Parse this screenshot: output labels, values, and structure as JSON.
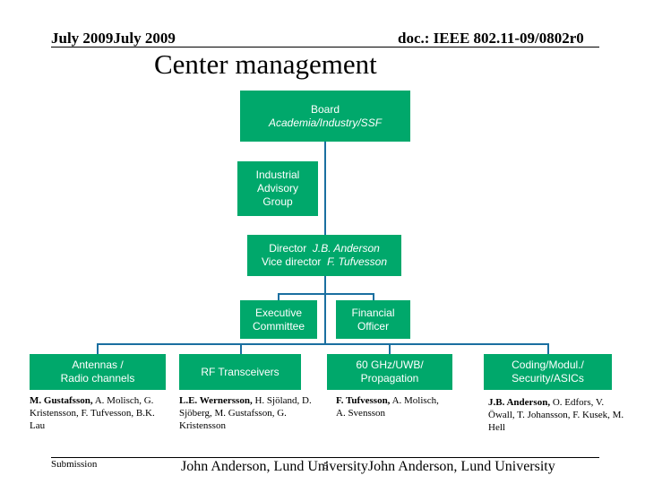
{
  "header": {
    "date": "July 2009July 2009",
    "doc": "doc.: IEEE 802.11-09/0802r0"
  },
  "title": "Center management",
  "colors": {
    "box": "#00a86b",
    "connector": "#1a6fa0"
  },
  "board": {
    "line1": "Board",
    "line2": "Academia/Industry/SSF"
  },
  "advisory": {
    "line1": "Industrial",
    "line2": "Advisory",
    "line3": "Group"
  },
  "director": {
    "director_label": "Director",
    "director_name": "J.B. Anderson",
    "vice_label": "Vice director",
    "vice_name": "F. Tufvesson"
  },
  "executive": {
    "line1": "Executive",
    "line2": "Committee"
  },
  "financial": {
    "line1": "Financial",
    "line2": "Officer"
  },
  "groups": [
    {
      "line1": "Antennas /",
      "line2": "Radio channels",
      "lead": "M. Gustafsson,",
      "members": " A. Molisch, G. Kristensson, F. Tufvesson, B.K. Lau"
    },
    {
      "line1": "RF Transceivers",
      "line2": "",
      "lead": "L.E. Wernersson,",
      "members": " H. Sjöland, D. Sjöberg, M. Gustafsson, G. Kristensson"
    },
    {
      "line1": "60 GHz/UWB/",
      "line2": "Propagation",
      "lead": "F. Tufvesson,",
      "members": " A. Molisch, A. Svensson"
    },
    {
      "line1": "Coding/Modul./",
      "line2": "Security/ASICs",
      "lead": "J.B. Anderson,",
      "members": " O. Edfors, V. Öwall, T. Johansson, F. Kusek, M. Hell"
    }
  ],
  "footer": {
    "submission": "Submission",
    "page": "5",
    "author": "John Anderson, Lund UniversityJohn Anderson, Lund University"
  }
}
